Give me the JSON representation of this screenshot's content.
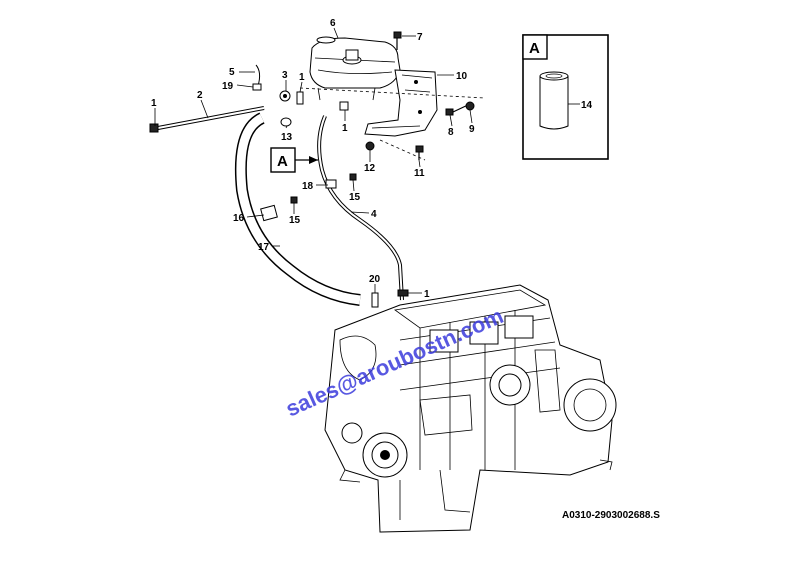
{
  "diagram": {
    "reference_code": "A0310-2903002688.S",
    "watermark": "sales@aroubostn.com",
    "detail_box_label": "A",
    "view_marker_label": "A",
    "callouts": {
      "c1a": "1",
      "c1b": "1",
      "c1c": "1",
      "c1d": "1",
      "c2": "2",
      "c3": "3",
      "c4": "4",
      "c5": "5",
      "c6": "6",
      "c7": "7",
      "c8": "8",
      "c9": "9",
      "c10": "10",
      "c11": "11",
      "c12": "12",
      "c13": "13",
      "c14": "14",
      "c15a": "15",
      "c15b": "15",
      "c16": "16",
      "c17": "17",
      "c18": "18",
      "c19": "19",
      "c20": "20"
    }
  }
}
